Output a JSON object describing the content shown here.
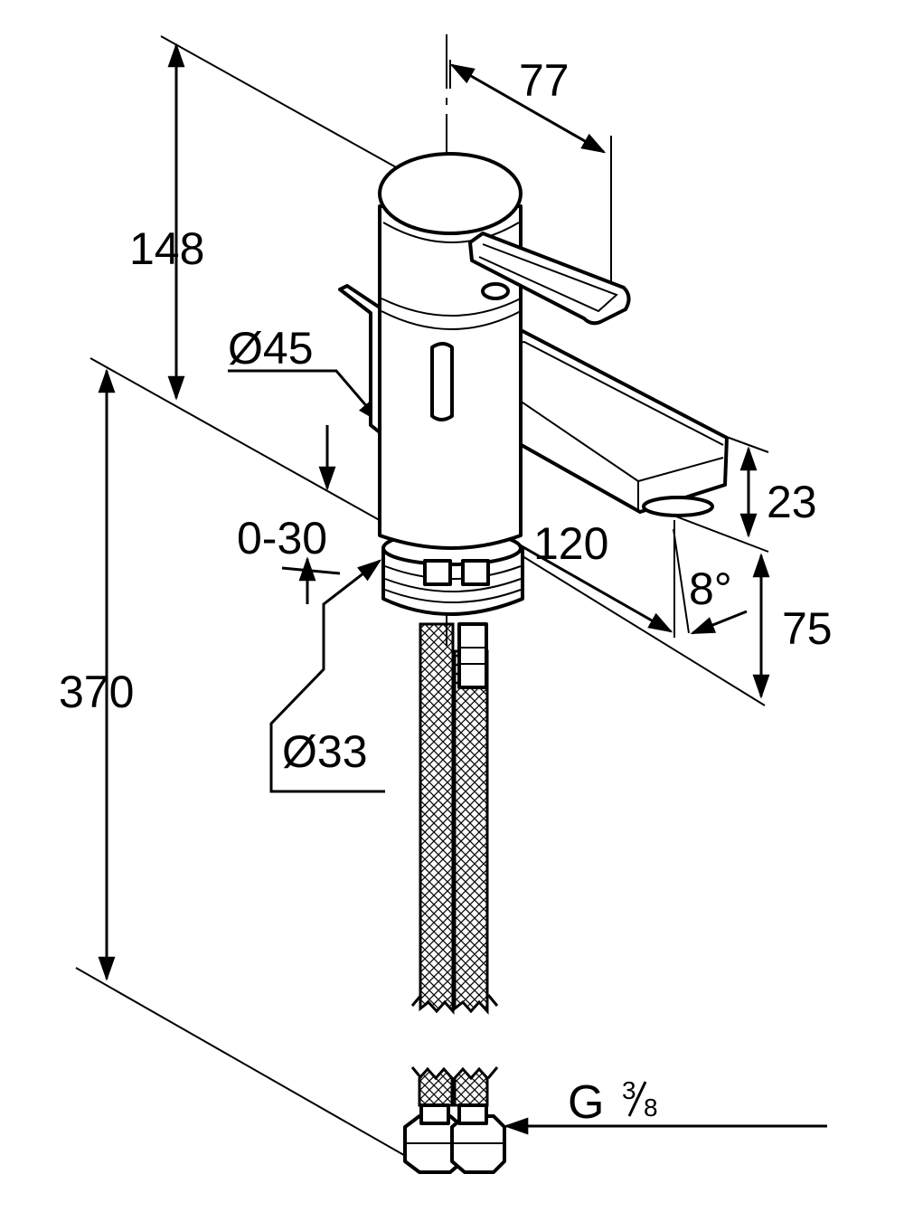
{
  "dimensions": {
    "height_top": "148",
    "height_total": "370",
    "lever_reach": "77",
    "spout_reach": "120",
    "spout_thickness": "23",
    "spout_clearance": "75",
    "spout_angle": "8°",
    "body_diameter": "Ø45",
    "base_diameter": "Ø33",
    "height_adjust": "0-30"
  },
  "connection": {
    "thread_prefix": "G",
    "thread_num": "3",
    "thread_den": "8"
  },
  "colors": {
    "line": "#000000",
    "background": "#ffffff"
  }
}
